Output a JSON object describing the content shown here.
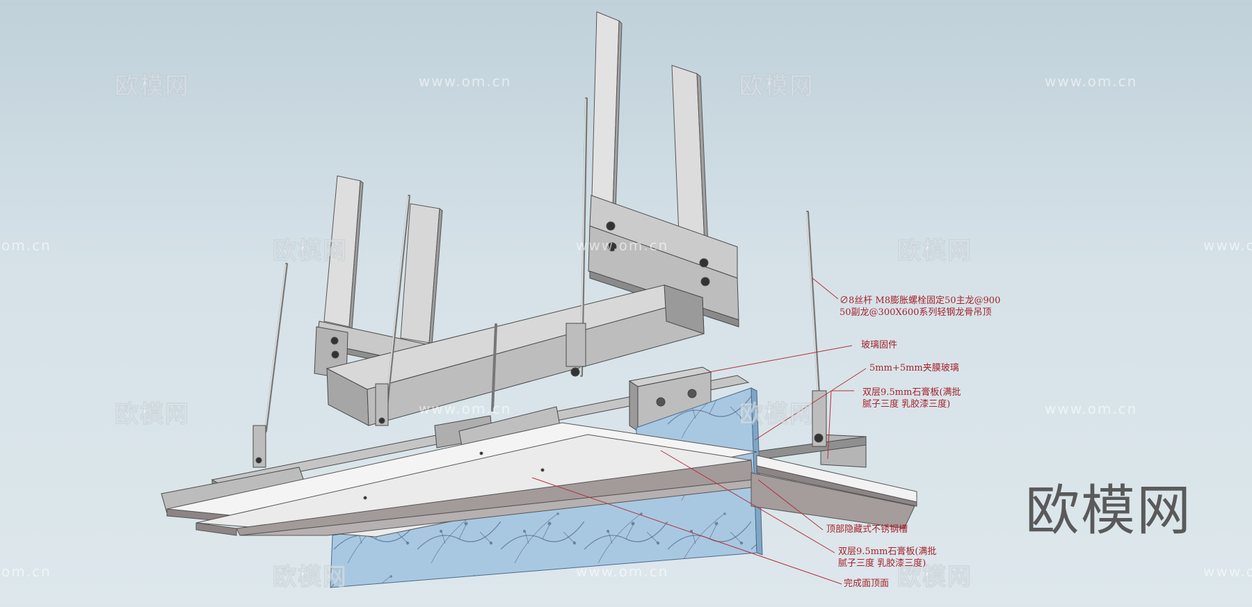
{
  "watermarks": {
    "cn": "欧模网",
    "url": "www.om.cn",
    "url_short": "om.cn",
    "url_partial": "www.o"
  },
  "brand_logo": "欧模网",
  "annotations": {
    "rod": "∅8丝杆 M8膨胀螺栓固定50主龙@900\n50副龙@300X600系列轻钢龙骨吊顶",
    "glass_fixing": "玻璃固件",
    "laminated_glass": "5mm+5mm夹膜玻璃",
    "gypsum_upper": "双层9.5mm石膏板(满批\n腻子三度 乳胶漆三度)",
    "steel_channel": "顶部隐藏式不锈钢槽",
    "gypsum_lower": "双层9.5mm石膏板(满批\n腻子三度 乳胶漆三度)",
    "finish_face": "完成面顶面"
  },
  "colors": {
    "annotation": "#a5222a",
    "leader": "#b2323a",
    "steel_light": "#d9d9d9",
    "steel_mid": "#b9b9b9",
    "steel_dark": "#8e8e8e",
    "glass": "#a8c8e2",
    "board_top": "#f2f2f2",
    "board_under": "#a39a9a"
  }
}
